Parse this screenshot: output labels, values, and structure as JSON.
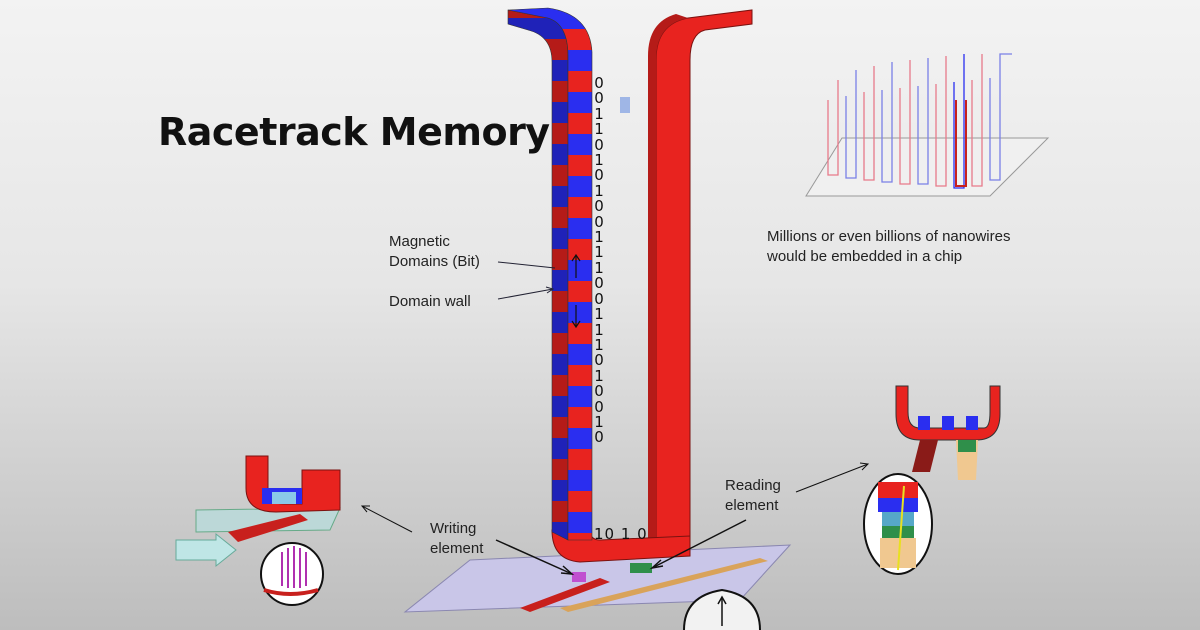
{
  "title": "Racetrack Memory",
  "labels": {
    "magnetic_domains": "Magnetic\nDomains (Bit)",
    "domain_wall": "Domain wall",
    "writing_element": "Writing\nelement",
    "reading_element": "Reading\nelement",
    "nanowires_caption": "Millions or even billions of nanowires\nwould be embedded in a chip"
  },
  "bits_vertical": [
    "0",
    "0",
    "1",
    "1",
    "0",
    "1",
    "0",
    "1",
    "0",
    "0",
    "1",
    "1",
    "1",
    "0",
    "0",
    "1",
    "1",
    "1",
    "0",
    "1",
    "0",
    "0",
    "1",
    "0"
  ],
  "bits_bottom": "10 1 0",
  "colors": {
    "red": "#e8231f",
    "blue": "#2a2ef0",
    "substrate": "#c9c6e8",
    "background": "#e6e6e6"
  }
}
